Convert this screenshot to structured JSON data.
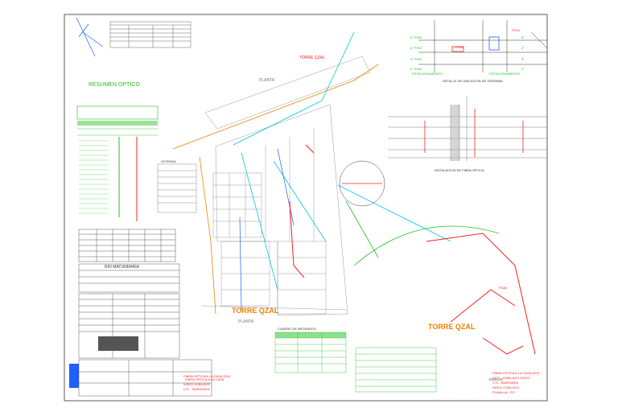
{
  "colors": {
    "red": "#ff2020",
    "green": "#20c020",
    "orange": "#f08000",
    "blue": "#2060ff",
    "cyan": "#00c8d8",
    "grey": "#9a9a9a",
    "dark": "#333333"
  },
  "drawing": {
    "resumen_title": "RESUMEN OPTICO",
    "torre_qzal_top": "TORRE QZAL",
    "torre_qzal_center": "TORRE QZAL",
    "torre_qzal_right": "TORRE QZAL",
    "planta_label": "PLANTA",
    "planta_label_right": "PLANTA",
    "rio_label": "RIO MATUNDARIA",
    "detalle_label": "DETALLE DE UBICACION DE TERMINAL",
    "estacionamiento_left": "ESTACIONAMIENTO",
    "estacionamiento_right": "ESTACIONAMIENTO",
    "instalacion_label": "INSTALACION DE FIBRA OPTICA",
    "pisos": [
      "5° PISO",
      "4° PISO",
      "3° PISO",
      "2° PISO"
    ],
    "pisos_right": [
      "5°",
      "4°",
      "3°",
      "2°"
    ],
    "fdas": [
      "FDA1",
      "FDA2",
      "FDA3"
    ],
    "fibra_optica_label": "FIBRA OPTICA A LA CASA",
    "edificio_label": "EDIFICIO",
    "cuadro_label": "CUADRO DE METRADOS",
    "bottom_right_lines": [
      "FIBRA OPTICA A LA CASA 2019",
      "OCO - CHIKLAYO CHICO",
      "CTL - BURGURIA",
      "NODO CHIKLAYO",
      "PLANILLA - FO"
    ],
    "bottom_mid_lines": [
      "FIBRA OPTICA A LA CASA 2019",
      "NODO CHIKLAYO",
      "CTL - BURGURIA"
    ],
    "leyenda_title": "LEYENDA"
  }
}
